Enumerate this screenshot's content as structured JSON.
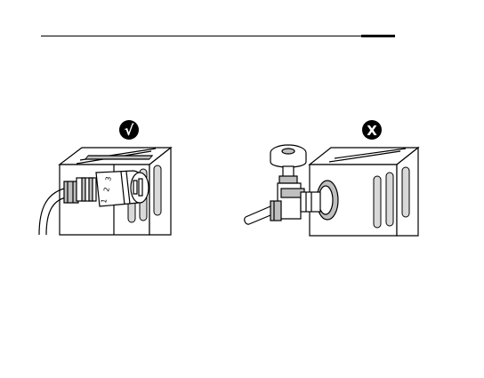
{
  "badges": {
    "correct_symbol": "√",
    "incorrect_symbol": "X"
  },
  "dial": {
    "numerals": [
      "1",
      "2",
      "3"
    ]
  },
  "colors": {
    "ink": "#000000",
    "metal_shade": "#bfbfbf",
    "panel_shade": "#d9d9d9",
    "background": "#ffffff"
  },
  "icons": {
    "correct": "check-icon",
    "incorrect": "cross-icon"
  }
}
